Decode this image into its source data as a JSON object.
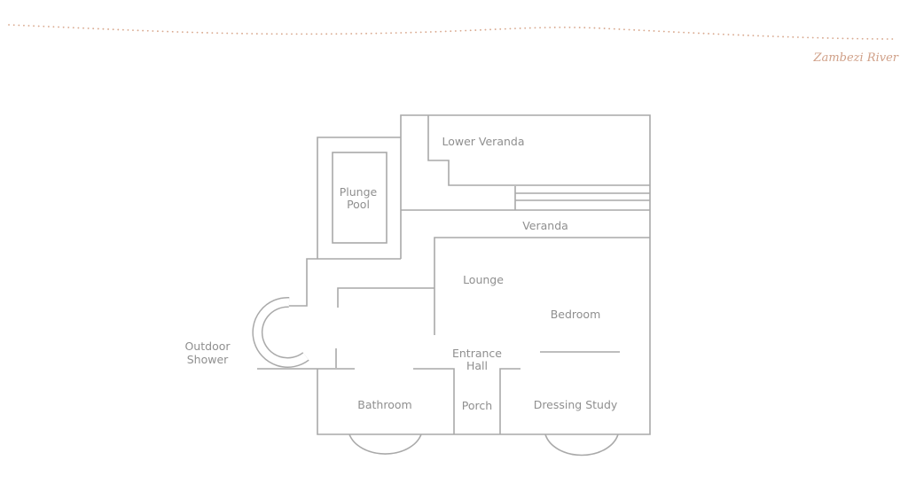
{
  "river_label": "Zambezi River",
  "rooms": {
    "lower_veranda": "Lower Veranda",
    "plunge_pool_1": "Plunge",
    "plunge_pool_2": "Pool",
    "veranda": "Veranda",
    "lounge": "Lounge",
    "bedroom": "Bedroom",
    "outdoor_shower_1": "Outdoor",
    "outdoor_shower_2": "Shower",
    "entrance_hall_1": "Entrance",
    "entrance_hall_2": "Hall",
    "bathroom": "Bathroom",
    "porch": "Porch",
    "dressing_study": "Dressing Study"
  },
  "colors": {
    "walls": "#a9a9a9",
    "river": "#d9a98f",
    "labels": "#8f8f8f"
  }
}
